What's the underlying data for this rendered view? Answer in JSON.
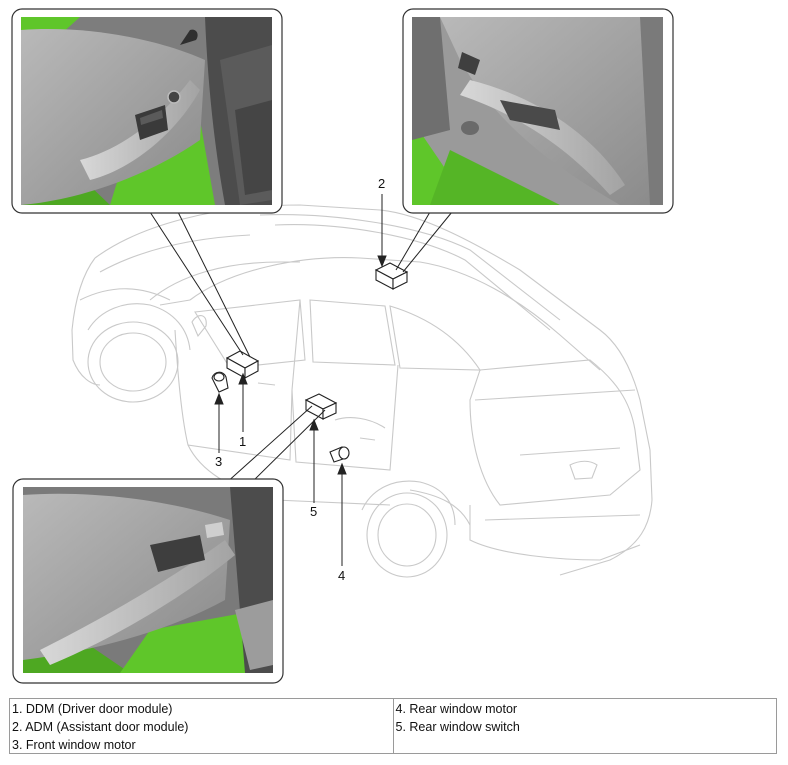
{
  "callouts": {
    "c1": "1",
    "c2": "2",
    "c3": "3",
    "c4": "4",
    "c5": "5"
  },
  "legend": {
    "left": [
      "1. DDM (Driver door module)",
      "2. ADM (Assistant door module)",
      "3. Front window motor"
    ],
    "right": [
      "4. Rear window motor",
      "5. Rear window switch"
    ]
  },
  "colors": {
    "photo_green": "#5fc62a",
    "photo_gray": "#8f8f8f",
    "line_art": "#c9c9c9",
    "outline": "#222222"
  }
}
